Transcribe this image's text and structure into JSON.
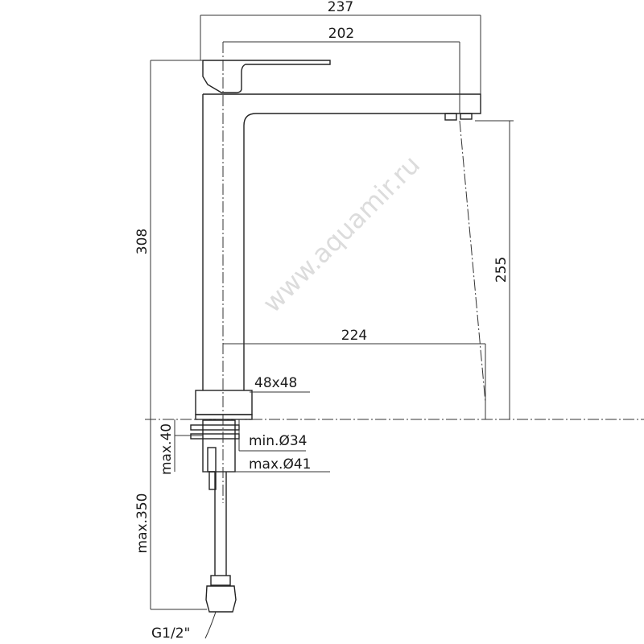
{
  "drawing": {
    "watermark": "www.aquamir.ru",
    "dimensions": {
      "overall_width": "237",
      "spout_reach": "202",
      "total_height": "308",
      "spout_height": "255",
      "reach_at_base": "224",
      "base_size": "48x48",
      "hole_min": "min.Ø34",
      "hole_max": "max.Ø41",
      "max_deck_thickness": "max.40",
      "max_hose_length": "max.350",
      "connection": "G1/2\""
    }
  }
}
